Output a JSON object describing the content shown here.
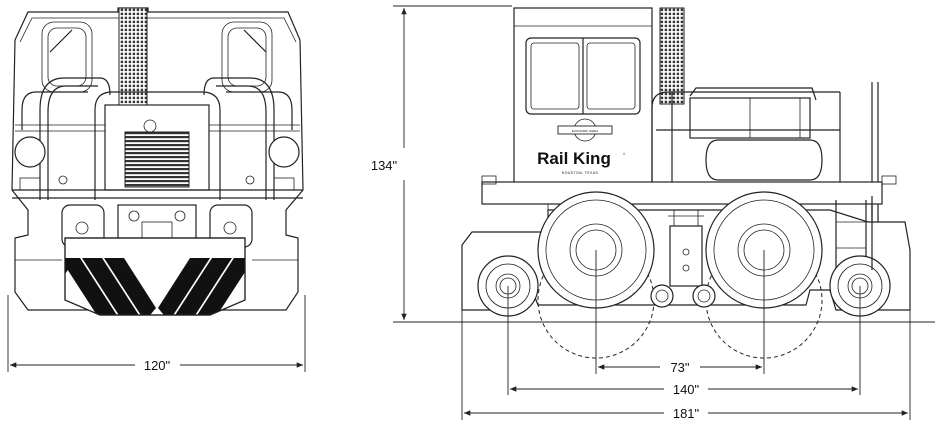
{
  "brand": {
    "name": "Rail King",
    "mark": "®",
    "location": "HOUSTON, TEXAS",
    "seal": "ECONOMIC SIDES"
  },
  "dimensions": {
    "front_width": "120\"",
    "height": "134\"",
    "axle_spacing": "73\"",
    "coupler_span": "140\"",
    "overall_length": "181\""
  }
}
